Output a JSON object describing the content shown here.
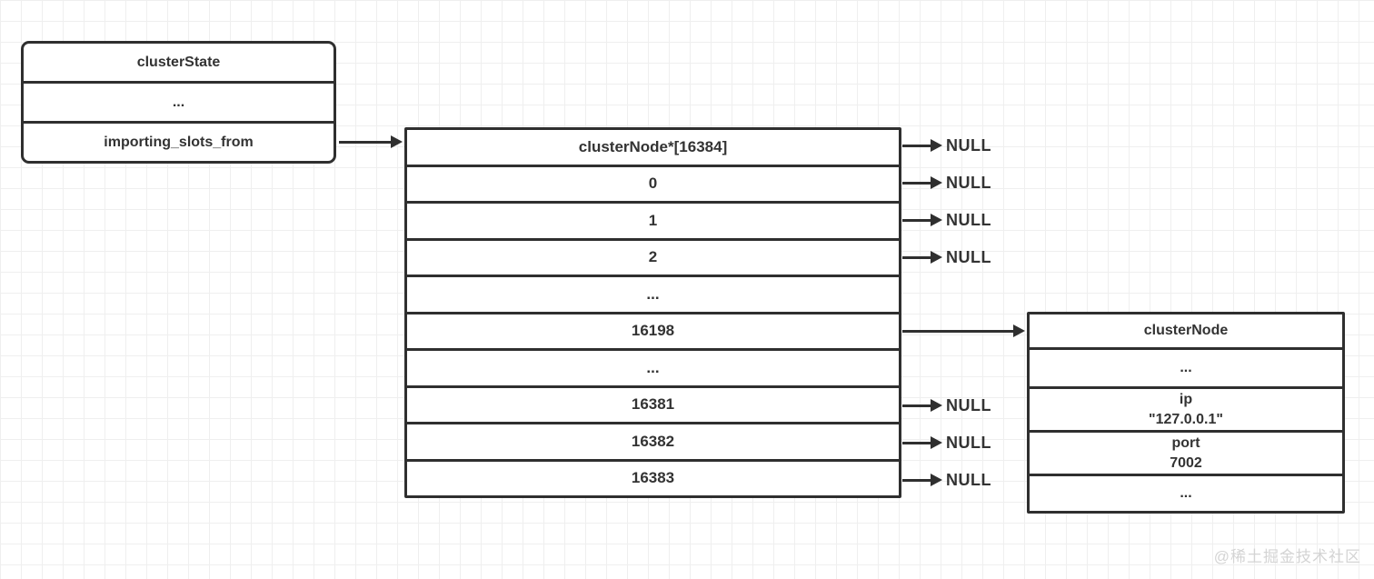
{
  "diagram": {
    "cluster_state_box": {
      "rows": [
        "clusterState",
        "...",
        "importing_slots_from"
      ]
    },
    "slots_table": {
      "rows": [
        "clusterNode*[16384]",
        "0",
        "1",
        "2",
        "...",
        "16198",
        "...",
        "16381",
        "16382",
        "16383"
      ]
    },
    "cluster_node_box": {
      "title": "clusterNode",
      "ellipsis_top": "...",
      "ip_label": "ip",
      "ip_value": "\"127.0.0.1\"",
      "port_label": "port",
      "port_value": "7002",
      "ellipsis_bottom": "..."
    },
    "null_label": "NULL",
    "colors": {
      "line": "#2f2f2f",
      "grid": "#efefef",
      "text": "#333333",
      "watermark": "#d4d4d4"
    }
  },
  "watermark": "@稀土掘金技术社区"
}
